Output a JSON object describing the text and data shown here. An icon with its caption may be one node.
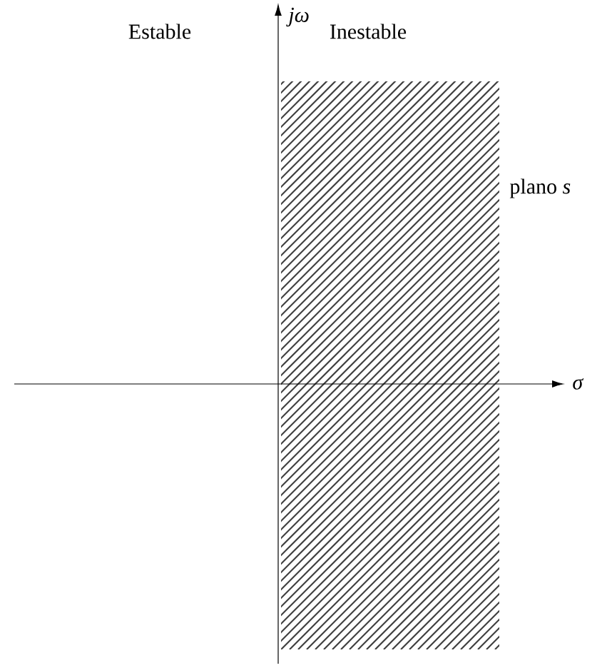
{
  "diagram": {
    "labels": [
      "jω",
      "Estable",
      "Inestable",
      "plano *s*",
      "σ"
    ]
  }
}
